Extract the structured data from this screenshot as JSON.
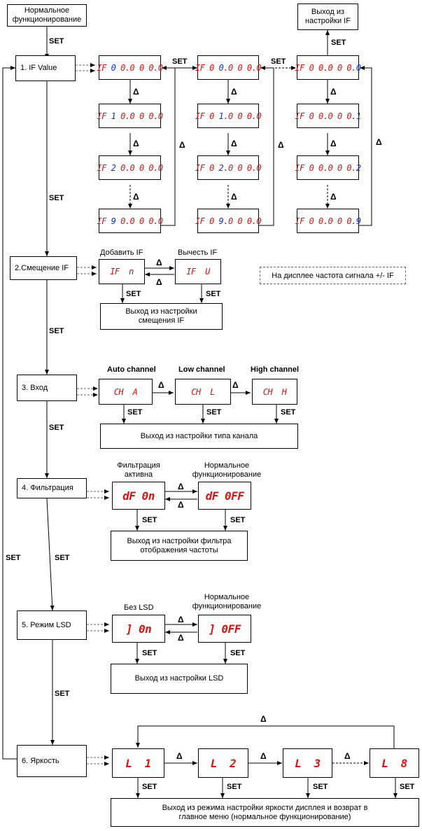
{
  "start": "Нормальное функционирование",
  "set": "SET",
  "delta": "Δ",
  "menu": {
    "if_value": "1. IF Value",
    "offset": "2.Смещение IF",
    "input": "3. Вход",
    "filter": "4. Фильтрация",
    "lsd": "5. Режим LSD",
    "brightness": "6. Яркость"
  },
  "if_value": {
    "exit": "Выход из настройки IF",
    "col1": [
      {
        "pre": "IF ",
        "hi": "0",
        "post": " 0.0 0 0.0"
      },
      {
        "pre": "IF ",
        "hi": "1",
        "post": " 0.0 0 0.0"
      },
      {
        "pre": "IF ",
        "hi": "2",
        "post": " 0.0 0 0.0"
      },
      {
        "pre": "IF ",
        "hi": "9",
        "post": " 0.0 0 0.0"
      }
    ],
    "col2": [
      {
        "pre": "IF 0 ",
        "hi": "0",
        "post": ".0 0 0.0"
      },
      {
        "pre": "IF 0 ",
        "hi": "1",
        "post": ".0 0 0.0"
      },
      {
        "pre": "IF 0 ",
        "hi": "2",
        "post": ".0 0 0.0"
      },
      {
        "pre": "IF 0 ",
        "hi": "9",
        "post": ".0 0 0.0"
      }
    ],
    "col3": [
      {
        "pre": "IF 0 0.0 0 0.",
        "hi": "0",
        "post": ""
      },
      {
        "pre": "IF 0 0.0 0 0.",
        "hi": "1",
        "post": ""
      },
      {
        "pre": "IF 0 0.0 0 0.",
        "hi": "2",
        "post": ""
      },
      {
        "pre": "IF 0 0.0 0 0.",
        "hi": "9",
        "post": ""
      }
    ]
  },
  "offset": {
    "add_label": "Добавить IF",
    "sub_label": "Вычесть IF",
    "add_disp": "IF  n",
    "sub_disp": "IF  U",
    "exit": "Выход из настройки смещения IF",
    "note": "На дисплее частота сигнала +/- IF"
  },
  "input": {
    "auto_label": "Auto channel",
    "low_label": "Low channel",
    "high_label": "High channel",
    "auto_disp": "CH  A",
    "low_disp": "CH  L",
    "high_disp": "CH  H",
    "exit": "Выход из настройки типа канала"
  },
  "filter": {
    "on_label": "Фильтрация активна",
    "off_label": "Нормальное функционирование",
    "on_disp": "dF 0n",
    "off_disp": "dF 0FF",
    "exit": "Выход из настройки фильтра отображения частоты"
  },
  "lsd": {
    "on_label": "Без LSD",
    "off_label": "Нормальное функционирование",
    "on_disp": "] 0n",
    "off_disp": "] 0FF",
    "exit": "Выход из настройки LSD"
  },
  "brightness": {
    "levels": [
      "L  1",
      "L  2",
      "L  3",
      "L  8"
    ],
    "exit": "Выход из режима настройки яркости дисплея и возврат в главное меню (нормальное функционирование)"
  }
}
